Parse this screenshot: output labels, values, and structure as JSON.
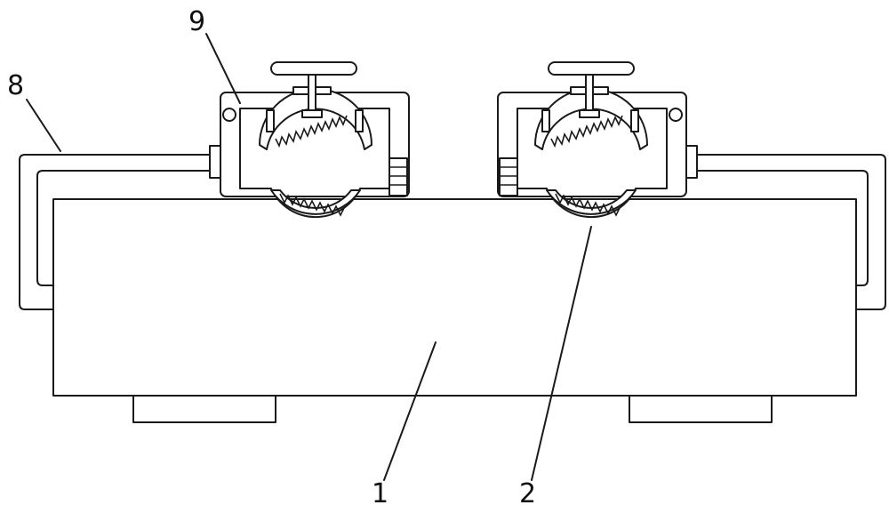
{
  "labels": {
    "l1": "1",
    "l2": "2",
    "l8": "8",
    "l9": "9"
  },
  "colors": {
    "stroke": "#1a1a1a",
    "background": "#ffffff"
  }
}
